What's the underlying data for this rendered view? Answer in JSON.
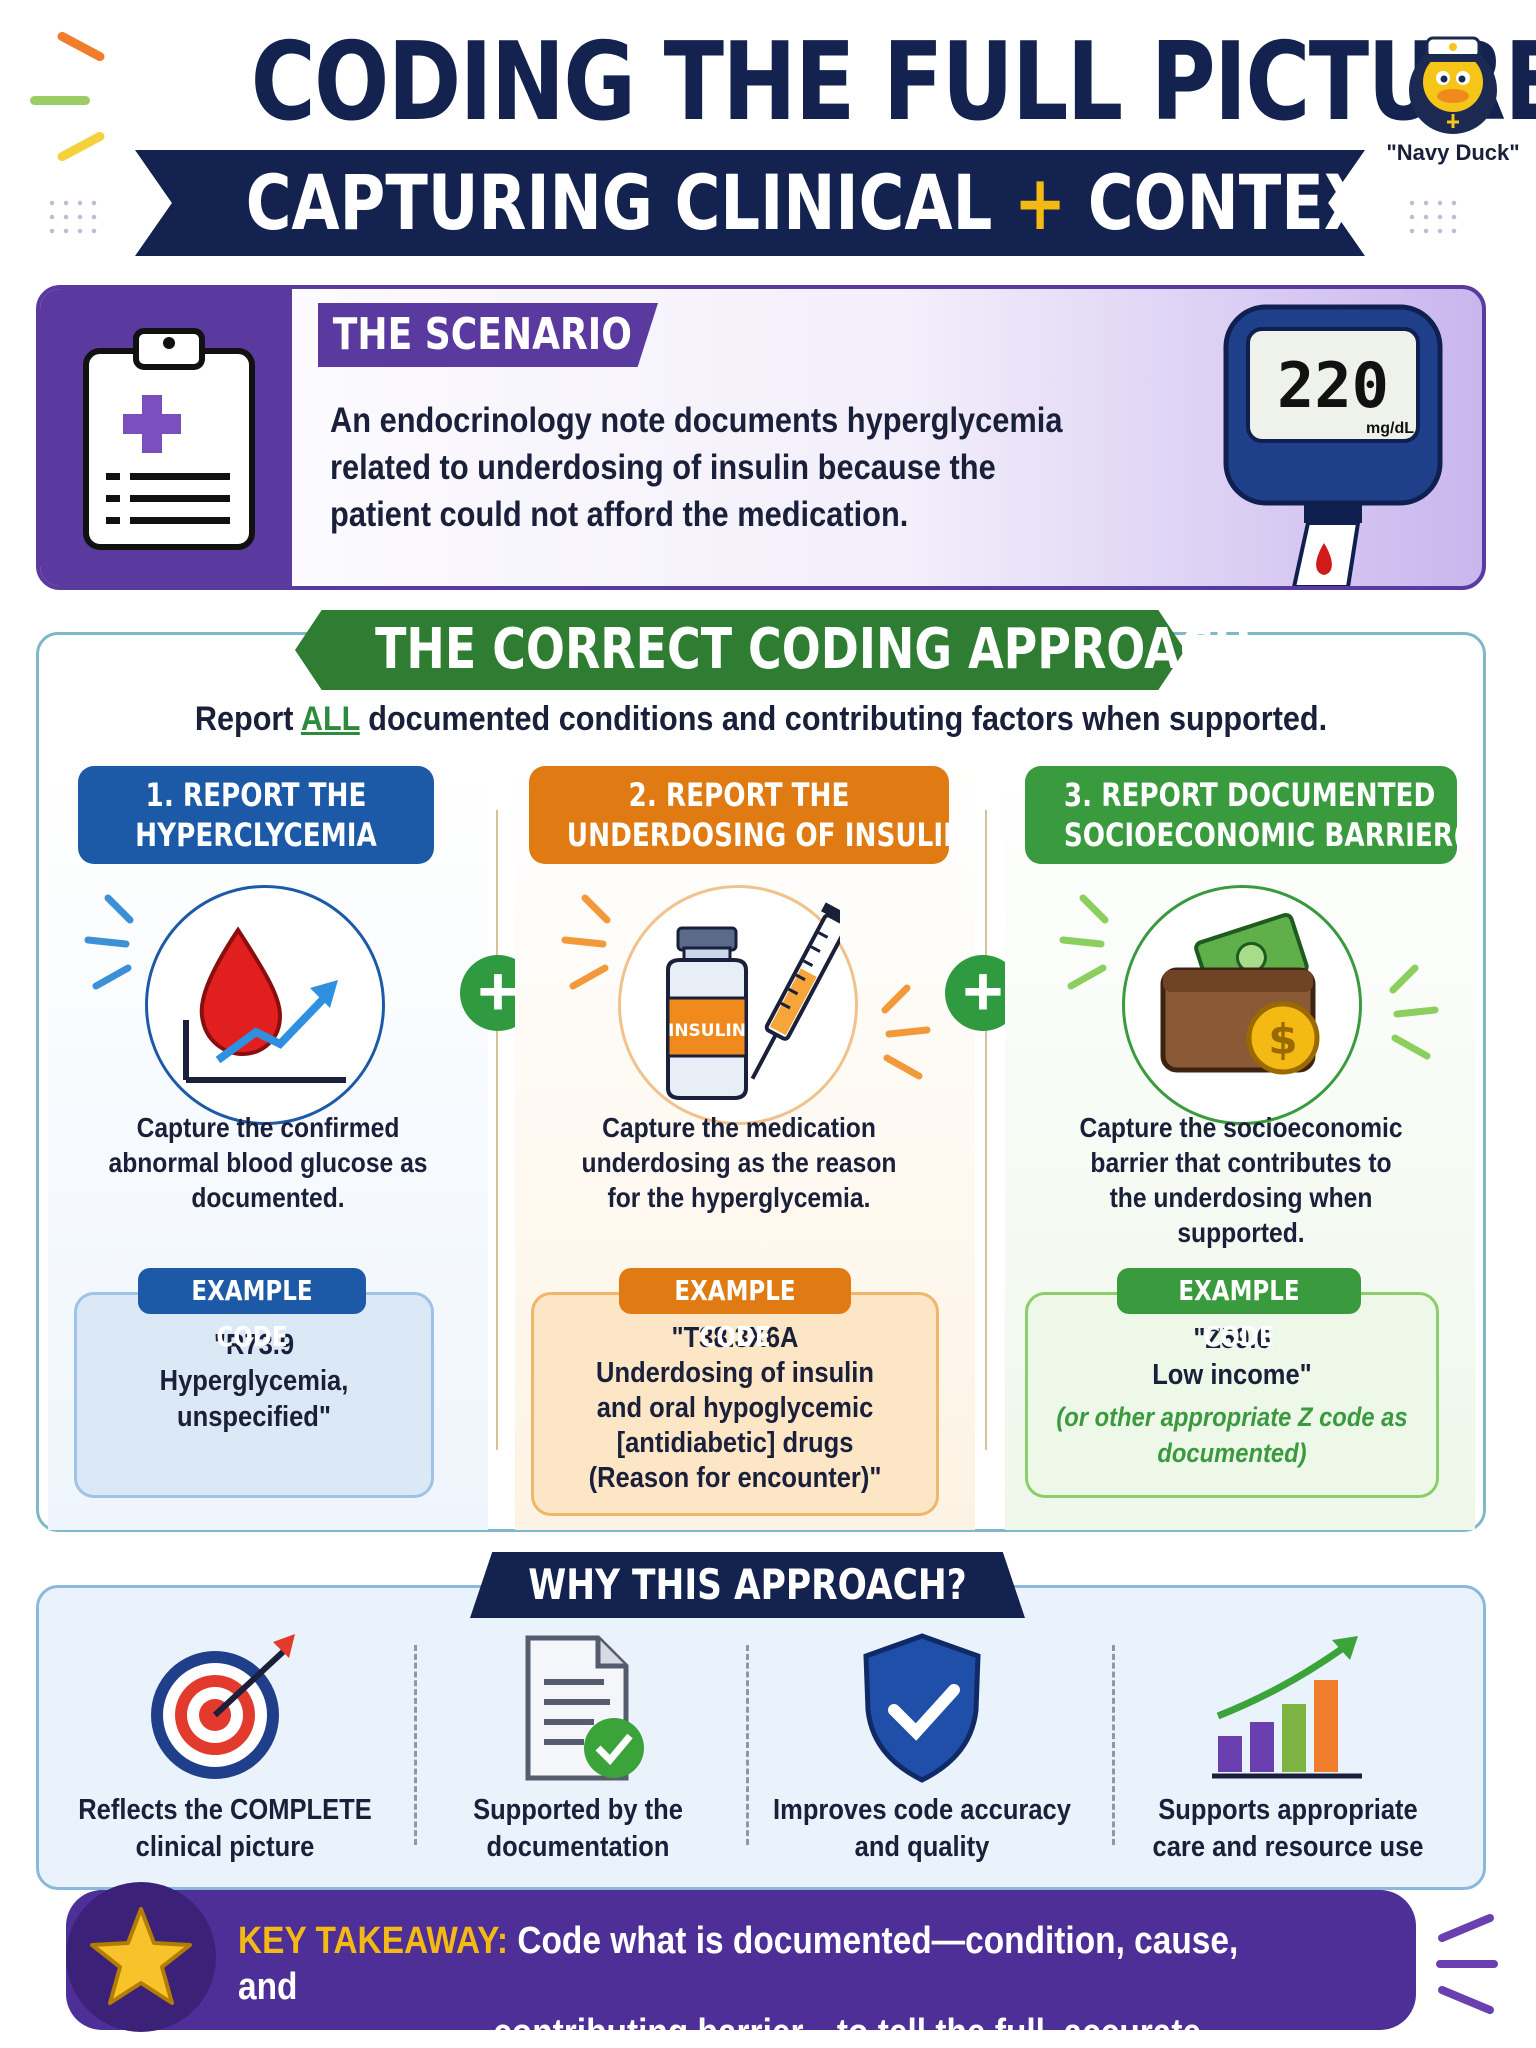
{
  "header": {
    "title": "CODING THE FULL PICTURE:",
    "subtitle_part1": "CAPTURING CLINICAL",
    "subtitle_plus": "+",
    "subtitle_part2": "CONTEXT",
    "mascot_label": "\"Navy Duck\""
  },
  "scenario": {
    "tag": "THE SCENARIO",
    "text": "An endocrinology note documents hyperglycemia related to underdosing of insulin because the patient could not afford the medication.",
    "meter_value": "220",
    "meter_unit": "mg/dL"
  },
  "approach": {
    "title": "THE CORRECT CODING APPROACH",
    "subtitle_pre": "Report ",
    "subtitle_emphasis": "ALL",
    "subtitle_post": " documented conditions and contributing factors when supported.",
    "columns": [
      {
        "head_line1": "1. REPORT THE",
        "head_line2": "HYPERCLYCEMIA",
        "desc": "Capture the confirmed abnormal blood glucose as documented.",
        "code_label": "EXAMPLE CODE",
        "code_line1": "\"R73.9",
        "code_line2": "Hyperglycemia,",
        "code_line3": "unspecified\"",
        "color": "#1c5aa8"
      },
      {
        "head_line1": "2. REPORT THE",
        "head_line2": "UNDERDOSING OF INSULIN",
        "desc": "Capture the medication underdosing as the reason for the hyperglycemia.",
        "code_label": "EXAMPLE CODE",
        "code_line1": "\"T38.3X6A",
        "code_line2": "Underdosing of insulin",
        "code_line3": "and oral hypoglycemic",
        "code_line4": "[antidiabetic] drugs",
        "code_line5": "(Reason for encounter)\"",
        "vial_label": "INSULIN",
        "color": "#e07b14"
      },
      {
        "head_line1": "3. REPORT DOCUMENTED",
        "head_line2": "SOCIOECONOMIC BARRIER(S)",
        "desc": "Capture the socioeconomic barrier that contributes to the underdosing when supported.",
        "code_label": "EXAMPLE CODE",
        "code_line1": "\"Z59.6",
        "code_line2": "Low income\"",
        "code_note": "(or other appropriate Z code as documented)",
        "coin_symbol": "$",
        "color": "#3a9a3e"
      }
    ],
    "plus_symbol": "+"
  },
  "why": {
    "title": "WHY THIS APPROACH?",
    "items": [
      {
        "text": "Reflects the COMPLETE clinical picture",
        "icon": "target-icon"
      },
      {
        "text": "Supported by the documentation",
        "icon": "document-check-icon"
      },
      {
        "text": "Improves code accuracy and quality",
        "icon": "shield-check-icon"
      },
      {
        "text": "Supports appropriate care and resource use",
        "icon": "growth-chart-icon"
      }
    ]
  },
  "takeaway": {
    "label": "KEY TAKEAWAY:",
    "line1": "Code what is documented—condition, cause, and",
    "line2": "contributing barrier—to tell the full, accurate story."
  },
  "colors": {
    "navy": "#13224e",
    "purple": "#5a3a9e",
    "green": "#2e7d32",
    "blue": "#1c5aa8",
    "orange": "#e07b14",
    "gold": "#f5b914"
  }
}
